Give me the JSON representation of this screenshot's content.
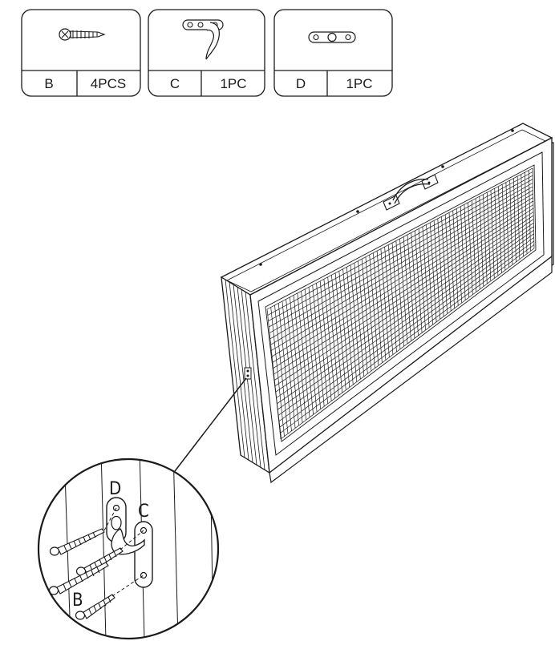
{
  "parts": [
    {
      "letter": "B",
      "qty": "4PCS",
      "icon": "screw-icon"
    },
    {
      "letter": "C",
      "qty": "1PC",
      "icon": "hook-plate-icon"
    },
    {
      "letter": "D",
      "qty": "1PC",
      "icon": "eye-plate-icon"
    }
  ],
  "detail": {
    "label_d": "D",
    "label_c": "C",
    "label_b": "B"
  }
}
